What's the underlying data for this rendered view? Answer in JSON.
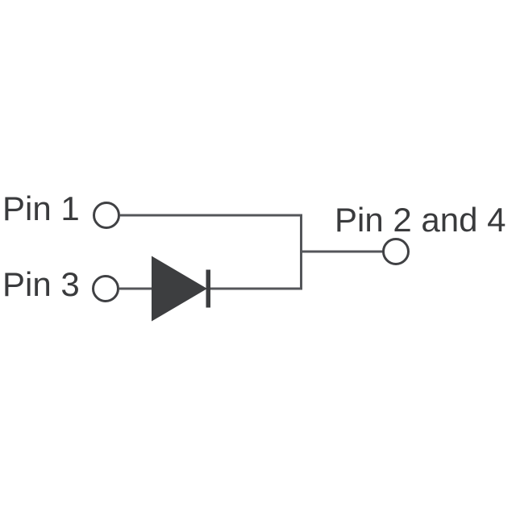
{
  "page": {
    "background": "#ffffff",
    "description": "Diode pinout schematic diagram"
  },
  "diagram": {
    "type": "schematic",
    "labels": {
      "pin1": "Pin 1",
      "pin3": "Pin 3",
      "pin2and4": "Pin 2 and 4"
    },
    "colors": {
      "text": "#3a3b3d",
      "wire": "#54565a",
      "terminal_stroke": "#404144",
      "terminal_fill": "#ffffff",
      "symbol": "#3d3e40",
      "background": "#ffffff"
    },
    "components": {
      "terminals": [
        "Pin 1",
        "Pin 3",
        "Pin 2 and 4"
      ],
      "diode": {
        "symbol": "diode",
        "anode_connected_to": "Pin 3",
        "cathode_connected_to": "Pin 2 and 4"
      },
      "direct_wire": {
        "from": "Pin 1",
        "to": "Pin 2 and 4"
      }
    }
  }
}
